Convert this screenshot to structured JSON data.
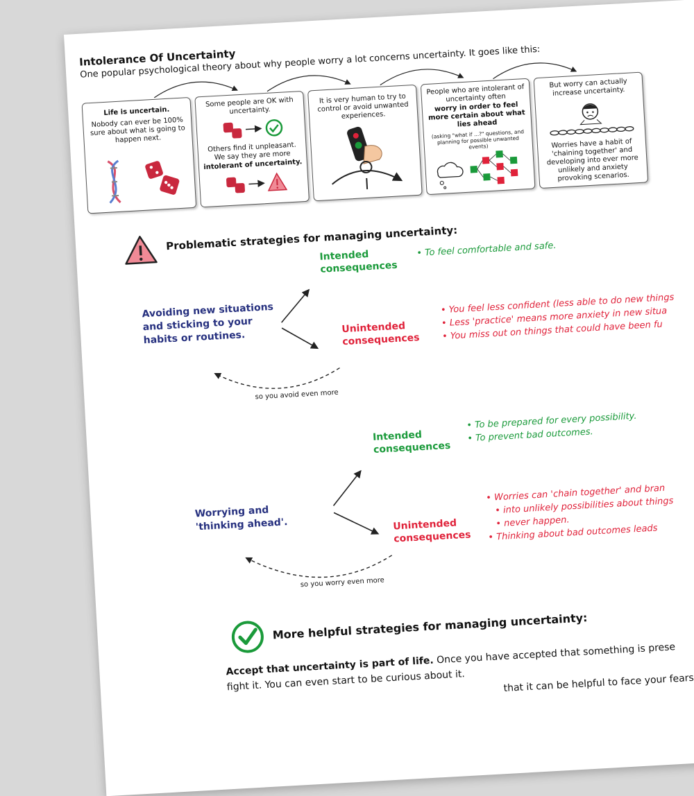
{
  "title": "Intolerance Of Uncertainty",
  "subtitle": "One popular psychological theory about why people worry a lot concerns uncertainty. It goes like this:",
  "panels": [
    {
      "line1": "Life is uncertain.",
      "line2": "Nobody can ever be 100% sure about what is going to happen next."
    },
    {
      "line1": "Some people are OK with uncertainty.",
      "line2": "Others find it unpleasant. We say they are more",
      "line3": "intolerant of uncertainty."
    },
    {
      "line1": "It is very human to try to control or avoid unwanted experiences."
    },
    {
      "line1": "People who are intolerant of uncertainty often",
      "line2": "worry in order to feel more certain about what lies ahead",
      "line3": "(asking \"what if ...?\" questions, and planning for possible unwanted events)"
    },
    {
      "line1": "But worry can actually increase uncertainty.",
      "line2": "Worries have a habit of 'chaining together' and developing into ever more unlikely and anxiety provoking scenarios."
    }
  ],
  "problematic": {
    "heading": "Problematic strategies for managing uncertainty:",
    "s1": {
      "strategy": [
        "Avoiding new situations",
        "and sticking to your",
        "habits or routines."
      ],
      "intended_label": [
        "Intended",
        "consequences"
      ],
      "intended": [
        "To feel comfortable and safe."
      ],
      "unintended_label": [
        "Unintended",
        "consequences"
      ],
      "unintended": [
        "You feel less confident (less able to do new things",
        "Less 'practice' means more anxiety in new situa",
        "You miss out on things that could have been fu"
      ],
      "loop": "so you avoid even more"
    },
    "s2": {
      "strategy": [
        "Worrying and",
        "'thinking ahead'."
      ],
      "intended_label": [
        "Intended",
        "consequences"
      ],
      "intended": [
        "To be prepared for every possibility.",
        "To prevent bad outcomes."
      ],
      "unintended_label": [
        "Unintended",
        "consequences"
      ],
      "unintended": [
        "Worries can 'chain together' and bran",
        "into unlikely possibilities about things",
        "never happen.",
        "Thinking about bad outcomes leads"
      ],
      "loop": "so you worry even more"
    }
  },
  "helpful": {
    "heading": "More helpful strategies for managing uncertainty:",
    "p1_bold": "Accept that uncertainty is part of life.",
    "p1_rest": " Once you have accepted that something is prese",
    "p2": "fight it. You can even start to be curious about it.",
    "p3": "that it can be helpful to face your fears and"
  },
  "colors": {
    "green": "#1a9a3a",
    "red": "#e0223a",
    "blue": "#26307f",
    "warning": "#f08a96"
  }
}
